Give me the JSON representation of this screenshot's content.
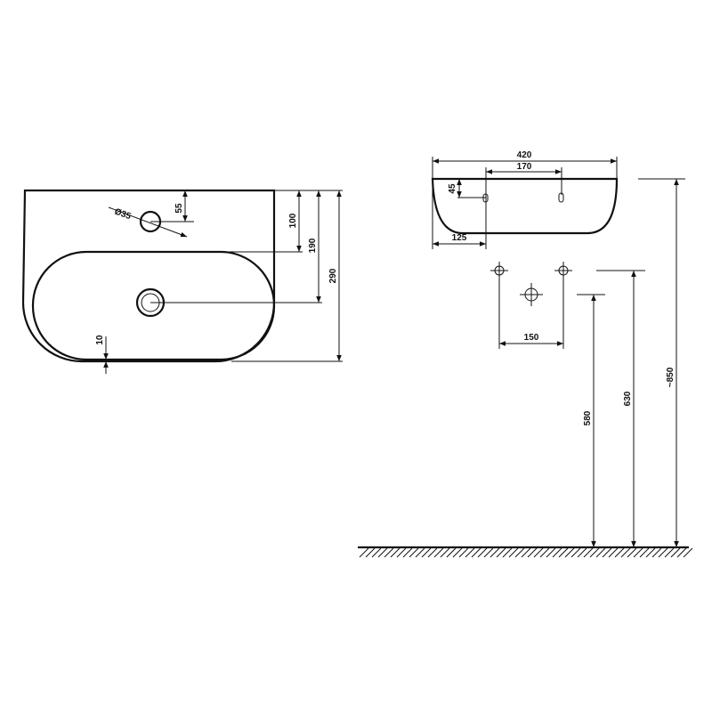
{
  "colors": {
    "line": "#111111",
    "background": "#ffffff"
  },
  "plan_view": {
    "tap_hole_label": "Ø35",
    "dim_55": "55",
    "dim_100": "100",
    "dim_190": "190",
    "dim_290": "290",
    "dim_10": "10"
  },
  "side_view": {
    "dim_420": "420",
    "dim_170": "170",
    "dim_45": "45",
    "dim_125": "125"
  },
  "connections": {
    "dim_150": "150"
  },
  "heights": {
    "dim_580": "580",
    "dim_630": "630",
    "dim_850": "~850"
  }
}
